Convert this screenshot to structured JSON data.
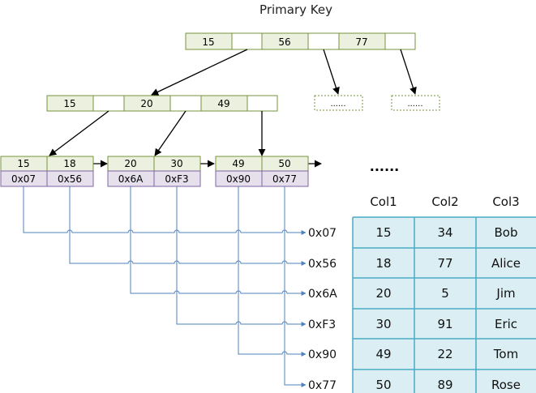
{
  "title": "Primary Key",
  "root_keys": [
    "15",
    "56",
    "77"
  ],
  "inner_keys": [
    "15",
    "20",
    "49"
  ],
  "placeholder_label": "......",
  "leaves": [
    {
      "keys": [
        "15",
        "18"
      ],
      "addrs": [
        "0x07",
        "0x56"
      ]
    },
    {
      "keys": [
        "20",
        "30"
      ],
      "addrs": [
        "0x6A",
        "0xF3"
      ]
    },
    {
      "keys": [
        "49",
        "50"
      ],
      "addrs": [
        "0x90",
        "0x77"
      ]
    }
  ],
  "ellipsis": "......",
  "pointer_labels": [
    "0x07",
    "0x56",
    "0x6A",
    "0xF3",
    "0x90",
    "0x77"
  ],
  "table": {
    "headers": [
      "Col1",
      "Col2",
      "Col3"
    ],
    "rows": [
      [
        "15",
        "34",
        "Bob"
      ],
      [
        "18",
        "77",
        "Alice"
      ],
      [
        "20",
        "5",
        "Jim"
      ],
      [
        "30",
        "91",
        "Eric"
      ],
      [
        "49",
        "22",
        "Tom"
      ],
      [
        "50",
        "89",
        "Rose"
      ]
    ]
  },
  "colors": {
    "key_fill": "#ebf1de",
    "key_stroke": "#77933c",
    "addr_fill": "#e6e0ec",
    "addr_stroke": "#8064a2",
    "line_blue": "#4f81bd",
    "table_fill": "#daeef3",
    "table_stroke": "#4bacc6"
  }
}
